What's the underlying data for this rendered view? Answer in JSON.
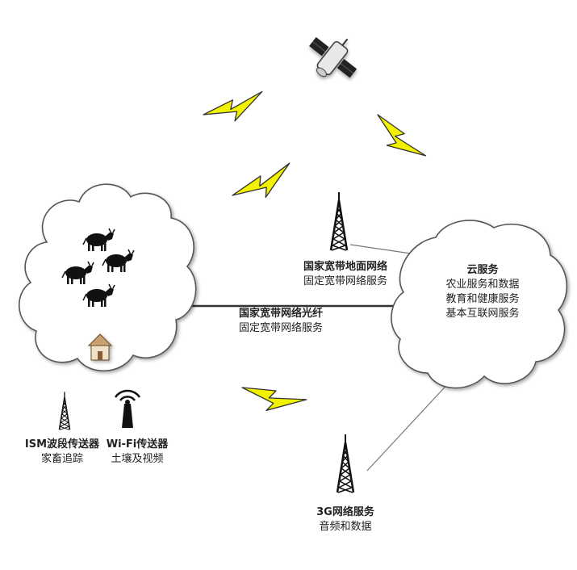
{
  "terrestrial": {
    "title": "国家宽带地面网络",
    "subtitle": "固定宽带网络服务"
  },
  "fiber": {
    "title": "国家宽带网络光纤",
    "subtitle": "固定宽带网络服务"
  },
  "cloud_service": {
    "title": "云服务",
    "lines": [
      "农业服务和数据",
      "教育和健康服务",
      "基本互联网服务"
    ]
  },
  "ism": {
    "title": "ISM波段传送器",
    "subtitle": "家畜追踪"
  },
  "wifi": {
    "title": "Wi-Fi传送器",
    "subtitle": "土壤及视频"
  },
  "mobile": {
    "title": "3G网络服务",
    "subtitle": "音频和数据"
  },
  "colors": {
    "lightning": "#f2f200",
    "line": "#333333",
    "cloud_stroke": "#555555"
  },
  "icons": [
    "satellite-icon",
    "tower-icon",
    "cow-icon",
    "house-icon",
    "wifi-antenna-icon",
    "lightning-icon"
  ]
}
